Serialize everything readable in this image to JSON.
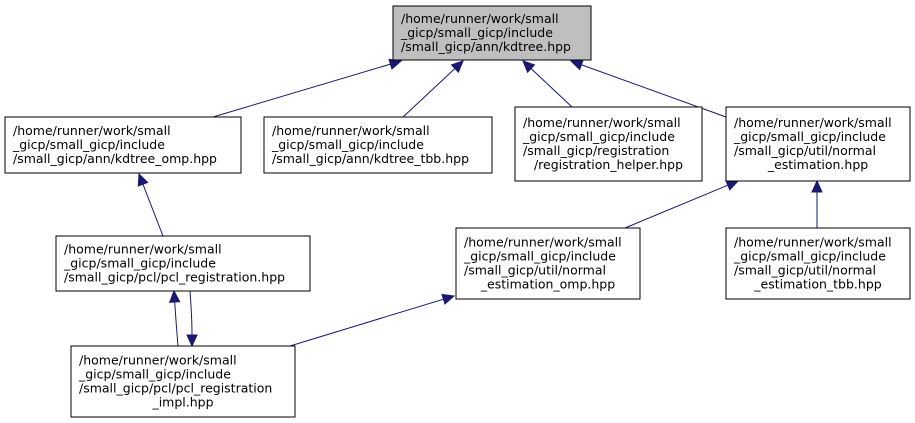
{
  "diagram": {
    "nodes": [
      {
        "id": "kdtree",
        "lines": [
          "/home/runner/work/small",
          "_gicp/small_gicp/include",
          "/small_gicp/ann/kdtree.hpp"
        ],
        "align": "start",
        "highlight": true
      },
      {
        "id": "kdtree_omp",
        "lines": [
          "/home/runner/work/small",
          "_gicp/small_gicp/include",
          "/small_gicp/ann/kdtree_omp.hpp"
        ],
        "align": "start"
      },
      {
        "id": "kdtree_tbb",
        "lines": [
          "/home/runner/work/small",
          "_gicp/small_gicp/include",
          "/small_gicp/ann/kdtree_tbb.hpp"
        ],
        "align": "start"
      },
      {
        "id": "registration_helper",
        "lines": [
          "/home/runner/work/small",
          "_gicp/small_gicp/include",
          "/small_gicp/registration",
          "/registration_helper.hpp"
        ],
        "align": "start"
      },
      {
        "id": "normal_estimation",
        "lines": [
          "/home/runner/work/small",
          "_gicp/small_gicp/include",
          "/small_gicp/util/normal",
          "_estimation.hpp"
        ],
        "align": "start"
      },
      {
        "id": "pcl_registration",
        "lines": [
          "/home/runner/work/small",
          "_gicp/small_gicp/include",
          "/small_gicp/pcl/pcl_registration.hpp"
        ],
        "align": "start"
      },
      {
        "id": "normal_estimation_omp",
        "lines": [
          "/home/runner/work/small",
          "_gicp/small_gicp/include",
          "/small_gicp/util/normal",
          "_estimation_omp.hpp"
        ],
        "align": "start"
      },
      {
        "id": "normal_estimation_tbb",
        "lines": [
          "/home/runner/work/small",
          "_gicp/small_gicp/include",
          "/small_gicp/util/normal",
          "_estimation_tbb.hpp"
        ],
        "align": "start"
      },
      {
        "id": "pcl_registration_impl",
        "lines": [
          "/home/runner/work/small",
          "_gicp/small_gicp/include",
          "/small_gicp/pcl/pcl_registration",
          "_impl.hpp"
        ],
        "align": "start"
      }
    ],
    "edges": [
      {
        "from": "kdtree_omp",
        "to": "kdtree"
      },
      {
        "from": "kdtree_tbb",
        "to": "kdtree"
      },
      {
        "from": "registration_helper",
        "to": "kdtree"
      },
      {
        "from": "normal_estimation",
        "to": "kdtree"
      },
      {
        "from": "pcl_registration",
        "to": "kdtree_omp"
      },
      {
        "from": "normal_estimation_omp",
        "to": "normal_estimation"
      },
      {
        "from": "normal_estimation_tbb",
        "to": "normal_estimation"
      },
      {
        "from": "pcl_registration_impl",
        "to": "pcl_registration"
      },
      {
        "from": "pcl_registration",
        "to": "pcl_registration_impl"
      },
      {
        "from": "pcl_registration_impl",
        "to": "normal_estimation_omp"
      }
    ],
    "colors": {
      "edge": "#191970",
      "highlight_fill": "#bfbfbf",
      "node_fill": "#ffffff",
      "border": "#000000"
    }
  }
}
